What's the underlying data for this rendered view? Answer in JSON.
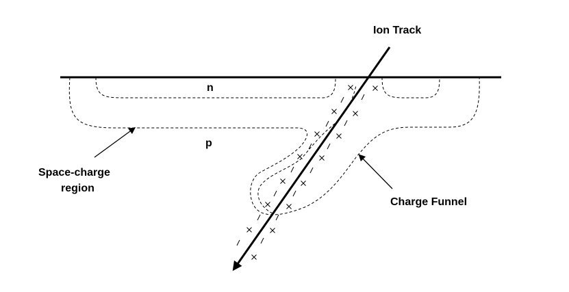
{
  "labels": {
    "ion_track": "Ion Track",
    "n_region": "n",
    "p_region": "p",
    "space_charge_line1": "Space-charge",
    "space_charge_line2": "region",
    "charge_funnel": "Charge Funnel"
  },
  "charges": {
    "plus_symbol": "×",
    "minus_symbol": "/"
  },
  "colors": {
    "ink": "#000000",
    "background": "#ffffff"
  }
}
